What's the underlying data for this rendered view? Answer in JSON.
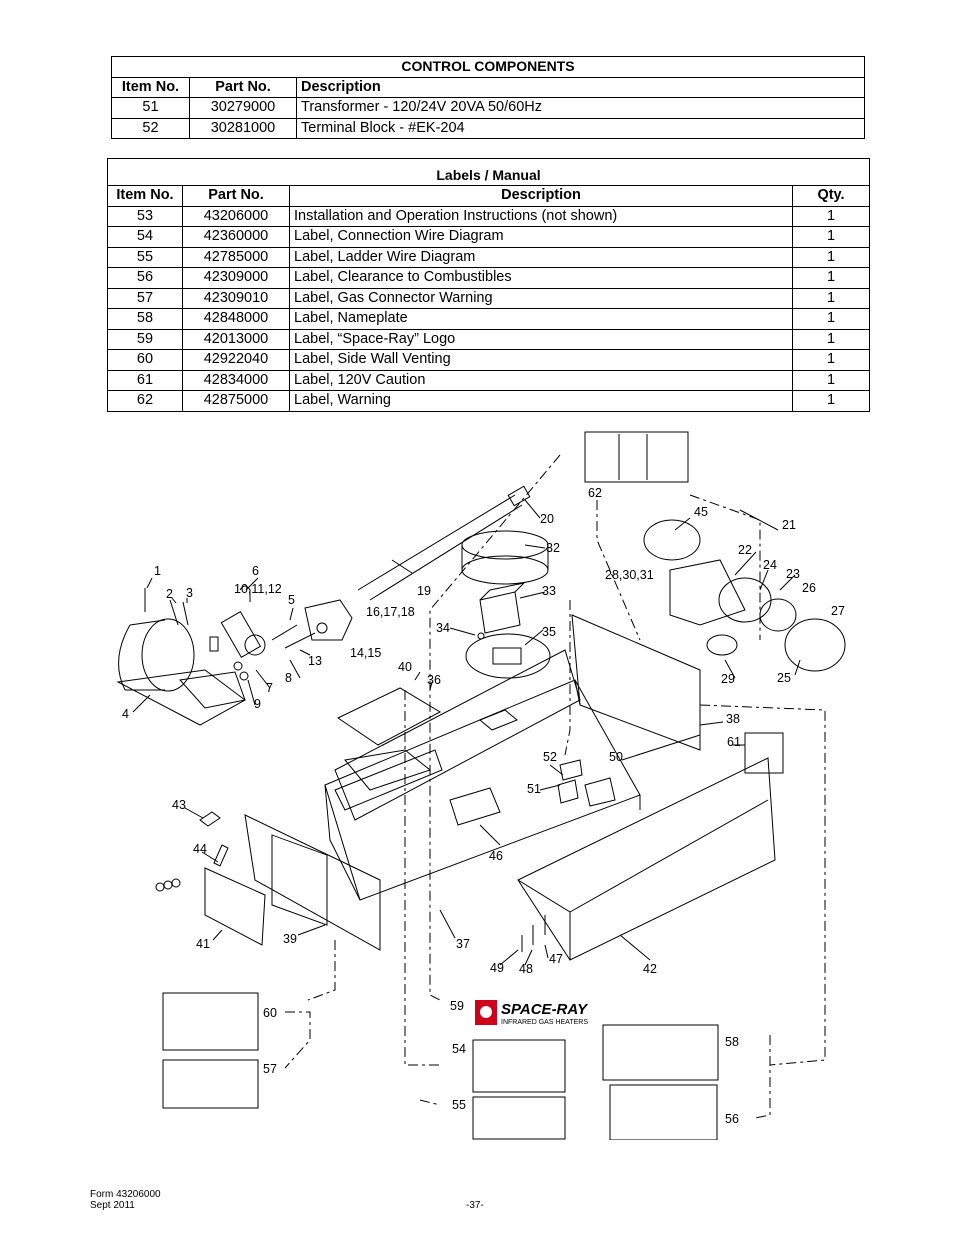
{
  "control_components": {
    "title": "CONTROL COMPONENTS",
    "headers": [
      "Item No.",
      "Part No.",
      "Description"
    ],
    "rows": [
      [
        "51",
        "30279000",
        "Transformer - 120/24V 20VA 50/60Hz"
      ],
      [
        "52",
        "30281000",
        "Terminal Block - #EK-204"
      ]
    ]
  },
  "labels_manual": {
    "title": "Labels / Manual",
    "headers": [
      "Item No.",
      "Part No.",
      "Description",
      "Qty."
    ],
    "rows": [
      [
        "53",
        "43206000",
        "Installation and Operation Instructions (not shown)",
        "1"
      ],
      [
        "54",
        "42360000",
        "Label, Connection Wire Diagram",
        "1"
      ],
      [
        "55",
        "42785000",
        "Label, Ladder Wire Diagram",
        "1"
      ],
      [
        "56",
        "42309000",
        "Label, Clearance to Combustibles",
        "1"
      ],
      [
        "57",
        "42309010",
        "Label, Gas Connector Warning",
        "1"
      ],
      [
        "58",
        "42848000",
        "Label, Nameplate",
        "1"
      ],
      [
        "59",
        "42013000",
        "Label, “Space-Ray” Logo",
        "1"
      ],
      [
        "60",
        "42922040",
        "Label, Side Wall Venting",
        "1"
      ],
      [
        "61",
        "42834000",
        "Label, 120V Caution",
        "1"
      ],
      [
        "62",
        "42875000",
        "Label, Warning",
        "1"
      ]
    ]
  },
  "diagram": {
    "callouts": [
      "1",
      "2",
      "3",
      "4",
      "5",
      "6",
      "7",
      "8",
      "9",
      "10,11,12",
      "13",
      "14,15",
      "16,17,18",
      "19",
      "20",
      "21",
      "22",
      "23",
      "24",
      "25",
      "26",
      "27",
      "28,30,31",
      "29",
      "32",
      "33",
      "34",
      "35",
      "36",
      "37",
      "38",
      "39",
      "40",
      "41",
      "42",
      "43",
      "44",
      "45",
      "46",
      "47",
      "48",
      "49",
      "50",
      "51",
      "52",
      "54",
      "55",
      "56",
      "57",
      "58",
      "59",
      "60",
      "61",
      "62"
    ],
    "logo_brand": "SPACE-RAY",
    "logo_tagline": "INFRARED GAS HEATERS"
  },
  "footer": {
    "form": "Form 43206000",
    "date": "Sept 2011",
    "page": "-37-"
  }
}
